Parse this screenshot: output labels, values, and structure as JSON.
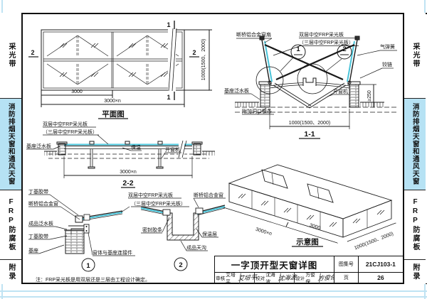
{
  "colors": {
    "frp_panel": "#49c3d8",
    "tab_highlight": "#b6e2f4",
    "page_edge": "#bfe3f3"
  },
  "sidebar": {
    "tabs": [
      {
        "label": "采光带",
        "active": false
      },
      {
        "label": "消防排烟天窗和通风天窗",
        "active": true
      },
      {
        "label": "FRP防腐板",
        "active": false
      },
      {
        "label": "附录",
        "active": false
      }
    ]
  },
  "dims": {
    "bay": "3000",
    "total": "3000×n",
    "width": "1000(1500、2000)",
    "height_min": "≥250"
  },
  "shared": {
    "frp1": "双层中空FRP采光板",
    "frp2": "（三层中空FRP采光板）"
  },
  "plan": {
    "title": "平面图",
    "mark1": "1",
    "mark2": "2"
  },
  "sec11": {
    "title": "1-1",
    "sash": "断桥铝合金窗扇",
    "gas_spring": "气弹簧",
    "hinge": "铰链",
    "base_flashing": "基座泛水板",
    "opener": "开窗机",
    "purlin": "附加洞口檩条",
    "callout1": "1",
    "callout2": "2"
  },
  "sec22": {
    "title": "2-2",
    "base_flashing": "基座泛水板",
    "insulation": "保温",
    "opener": "开窗机"
  },
  "det1": {
    "num": "1",
    "tape": "丁基胶带",
    "window": "断桥铝合金窗",
    "flashing": "成品泛水板",
    "base": "基座",
    "connector": "窗体与基座连接件"
  },
  "det2": {
    "num": "2",
    "window": "断桥铝合金窗",
    "seal": "密封胶条",
    "insulation": "保温层",
    "gutter": "成品天沟"
  },
  "axon": {
    "title": "示意图"
  },
  "note": "注：FRP采光板是用双层还是三层由工程设计确定。",
  "titleblock": {
    "title": "一字顶开型天窗详图",
    "atlas_label": "图集号",
    "atlas_no": "21CJ103-1",
    "page_label": "页",
    "page_no": "26",
    "review_label": "审核",
    "review_name": "艾培平",
    "review_sig": "艾培平",
    "proof_label": "校对",
    "proof_name": "沈海波",
    "proof_sig": "沈海波",
    "design_label": "设计",
    "design_name": "方俊保",
    "design_sig": "方俊保"
  }
}
